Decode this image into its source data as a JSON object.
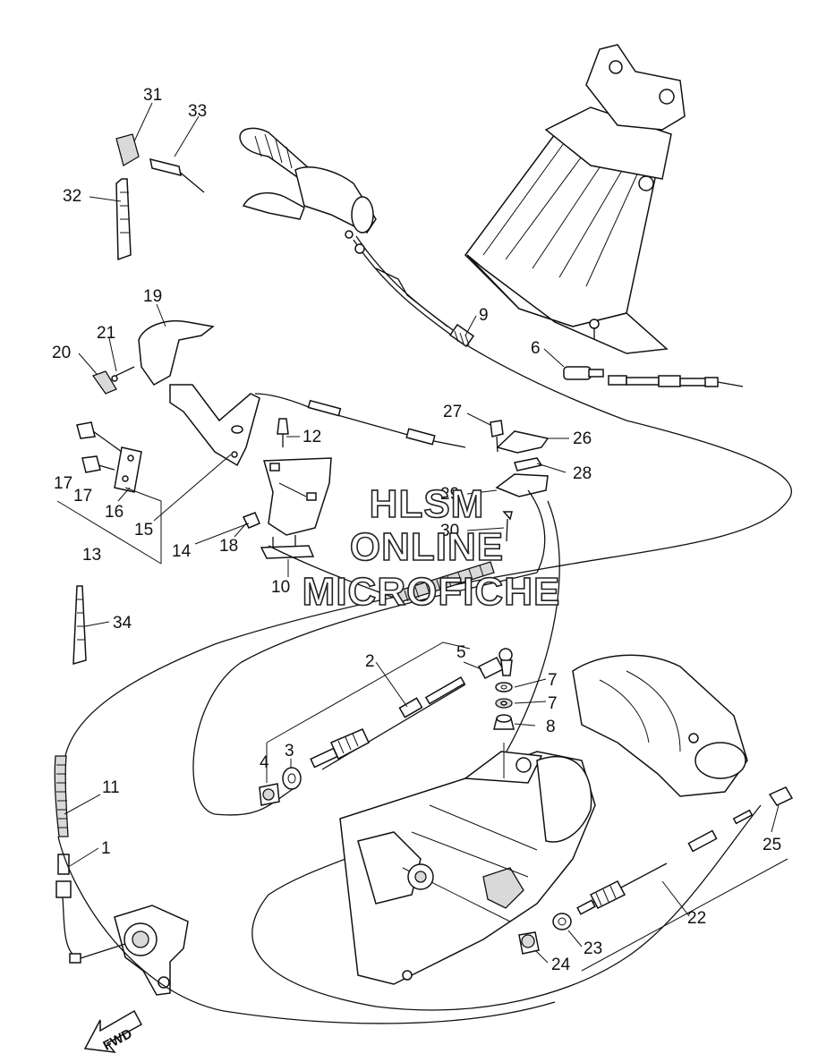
{
  "callouts": [
    {
      "id": "c31",
      "text": "31"
    },
    {
      "id": "c33",
      "text": "33"
    },
    {
      "id": "c32",
      "text": "32"
    },
    {
      "id": "c19",
      "text": "19"
    },
    {
      "id": "c21",
      "text": "21"
    },
    {
      "id": "c20",
      "text": "20"
    },
    {
      "id": "c9",
      "text": "9"
    },
    {
      "id": "c6",
      "text": "6"
    },
    {
      "id": "c27",
      "text": "27"
    },
    {
      "id": "c26",
      "text": "26"
    },
    {
      "id": "c12",
      "text": "12"
    },
    {
      "id": "c28",
      "text": "28"
    },
    {
      "id": "c29",
      "text": "29"
    },
    {
      "id": "c30",
      "text": "30"
    },
    {
      "id": "c17a",
      "text": "17"
    },
    {
      "id": "c17b",
      "text": "17"
    },
    {
      "id": "c16",
      "text": "16"
    },
    {
      "id": "c13",
      "text": "13"
    },
    {
      "id": "c15",
      "text": "15"
    },
    {
      "id": "c14",
      "text": "14"
    },
    {
      "id": "c18",
      "text": "18"
    },
    {
      "id": "c10",
      "text": "10"
    },
    {
      "id": "c34",
      "text": "34"
    },
    {
      "id": "c5",
      "text": "5"
    },
    {
      "id": "c2",
      "text": "2"
    },
    {
      "id": "c7a",
      "text": "7"
    },
    {
      "id": "c7b",
      "text": "7"
    },
    {
      "id": "c8",
      "text": "8"
    },
    {
      "id": "c3",
      "text": "3"
    },
    {
      "id": "c4",
      "text": "4"
    },
    {
      "id": "c11",
      "text": "11"
    },
    {
      "id": "c1",
      "text": "1"
    },
    {
      "id": "c25",
      "text": "25"
    },
    {
      "id": "c22",
      "text": "22"
    },
    {
      "id": "c23",
      "text": "23"
    },
    {
      "id": "c24",
      "text": "24"
    }
  ],
  "watermark": [
    "HLSM",
    "ONLINE",
    "MICROFICHE"
  ],
  "direction_label": "FWD"
}
